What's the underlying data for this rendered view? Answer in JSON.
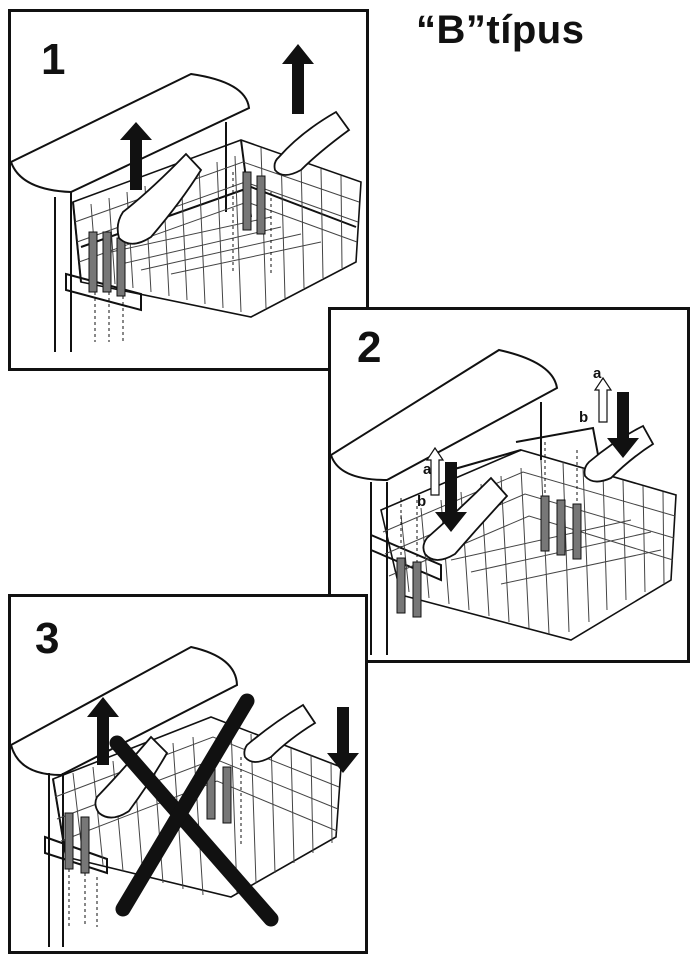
{
  "title": "“B”típus",
  "steps": [
    {
      "number": "1",
      "instruction_arrows": "up-up"
    },
    {
      "number": "2",
      "labels": [
        "a",
        "b",
        "a",
        "b"
      ]
    },
    {
      "number": "3",
      "forbidden": true
    }
  ],
  "colors": {
    "line": "#111111",
    "background": "#ffffff"
  }
}
